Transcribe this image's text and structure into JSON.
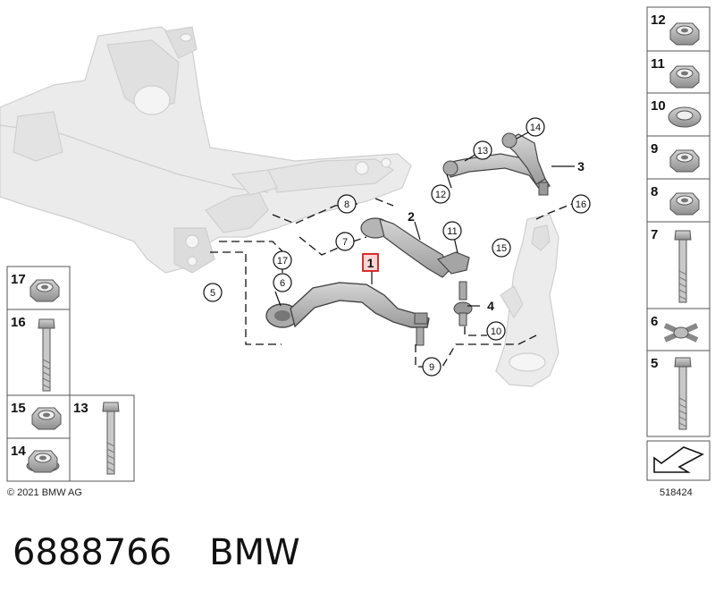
{
  "copyright": "© 2021 BMW AG",
  "diagram_number": "518424",
  "part_number": "6888766",
  "brand": "BMW",
  "callouts": {
    "c1": "1",
    "c2": "2",
    "c3": "3",
    "c4": "4",
    "c5": "5",
    "c6": "6",
    "c7": "7",
    "c8": "8",
    "c9": "9",
    "c10": "10",
    "c11": "11",
    "c12": "12",
    "c13": "13",
    "c14": "14",
    "c15": "15",
    "c16": "16",
    "c17": "17"
  },
  "right_column": [
    "12",
    "11",
    "10",
    "9",
    "8",
    "7",
    "6",
    "5"
  ],
  "left_column": [
    "17",
    "16",
    "15",
    "13",
    "14"
  ],
  "colors": {
    "highlight": "#d11b1b",
    "part": "#b8b8b8",
    "frame": "#e2e2e2"
  }
}
